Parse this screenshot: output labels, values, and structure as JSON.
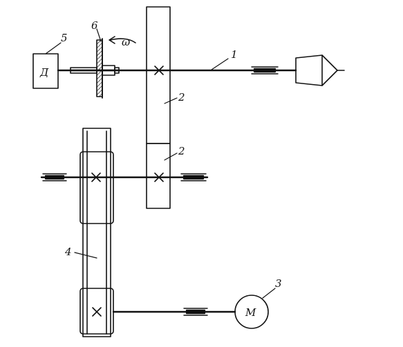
{
  "labels": {
    "shaft": "1",
    "gear_upper": "2",
    "gear_lower": "2",
    "motor_callout": "3",
    "belt": "4",
    "sensor_callout": "5",
    "brake_callout": "6",
    "rotation": "ω"
  },
  "blocks": {
    "sensor": "Д",
    "motor": "М"
  }
}
